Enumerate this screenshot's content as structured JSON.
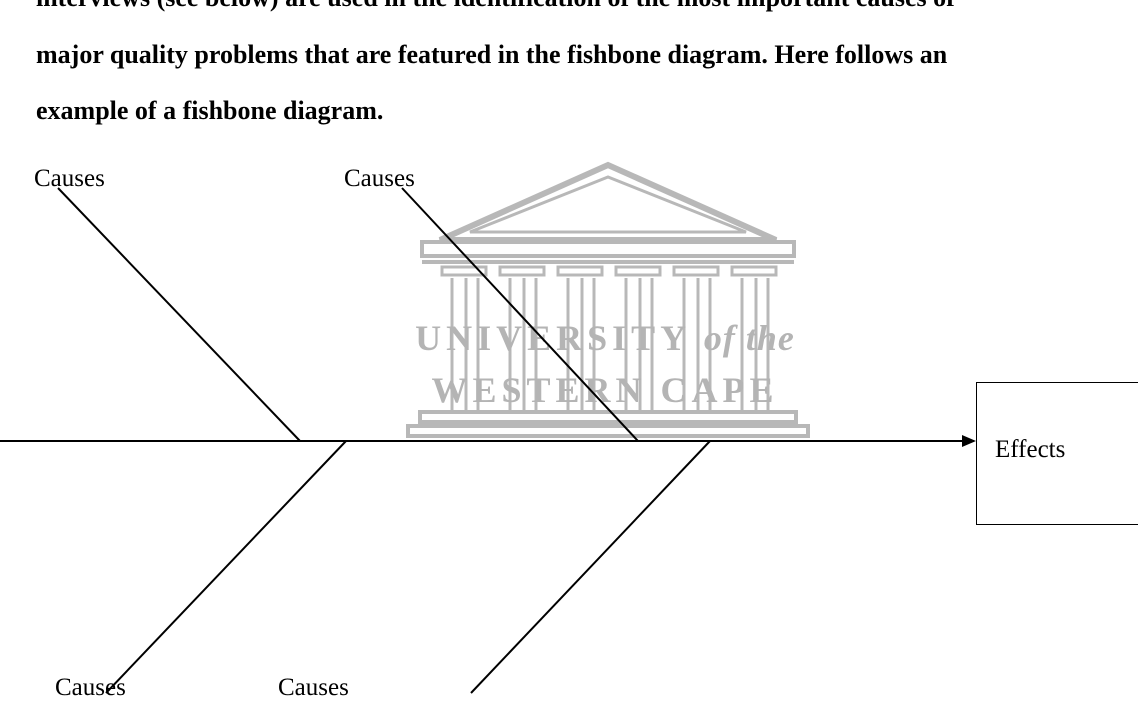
{
  "text": {
    "line1": "interviews (see below) are used in the identification of the most important causes of",
    "line2": "major quality problems that are featured in the fishbone diagram. Here follows an",
    "line3": "example of a fishbone diagram."
  },
  "watermark": {
    "line1_main": "UNIVERSITY",
    "line1_italic": "of the",
    "line2": "WESTERN CAPE",
    "color": "#b4b4b4",
    "icon": "university-building-icon"
  },
  "diagram": {
    "causes": [
      "Causes",
      "Causes",
      "Causes",
      "Causes"
    ],
    "effect": "Effects",
    "line_color": "#000000"
  }
}
